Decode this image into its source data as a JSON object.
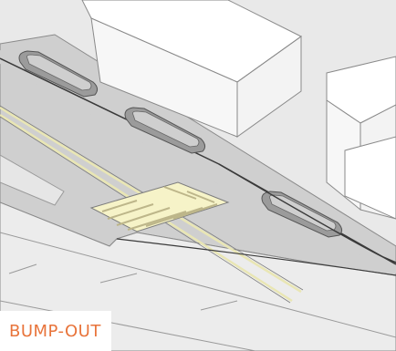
{
  "caption": {
    "label": "BUMP-OUT"
  },
  "colors": {
    "road": "#cfcfcf",
    "sidewalk": "#e9e9e9",
    "building_top": "#ffffff",
    "building_side": "#f3f3f3",
    "outline": "#8a8a8a",
    "crosswalk_fill": "#f6f3c8",
    "lane_line": "#e9e6b4",
    "planter": "#9b9b9b",
    "caption_text": "#e8743b"
  },
  "elements": {
    "planters": [
      "planter",
      "planter",
      "planter"
    ],
    "crosswalk": "crosswalk",
    "buildings": [
      "building",
      "building"
    ]
  }
}
